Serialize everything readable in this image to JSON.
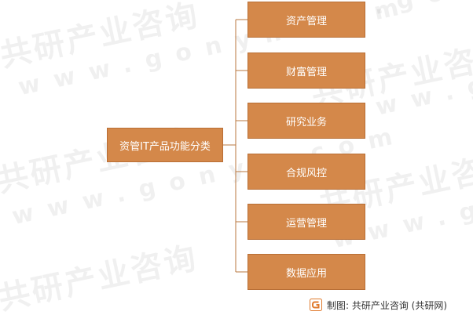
{
  "diagram": {
    "root": {
      "label": "资管IT产品功能分类"
    },
    "children": [
      {
        "label": "资产管理"
      },
      {
        "label": "财富管理"
      },
      {
        "label": "研究业务"
      },
      {
        "label": "合规风控"
      },
      {
        "label": "运营管理"
      },
      {
        "label": "数据应用"
      }
    ]
  },
  "watermark": {
    "cn": "共研产业咨询",
    "url": "www.gonyn.com"
  },
  "credit": {
    "logo_icon": "gonyn-logo-icon",
    "text": "制图: 共研产业咨询 (共研网)"
  },
  "colors": {
    "box_fill": "#D4884A",
    "box_border": "#B86E35",
    "connector": "#B9773F",
    "box_text": "#FFFFFF"
  }
}
